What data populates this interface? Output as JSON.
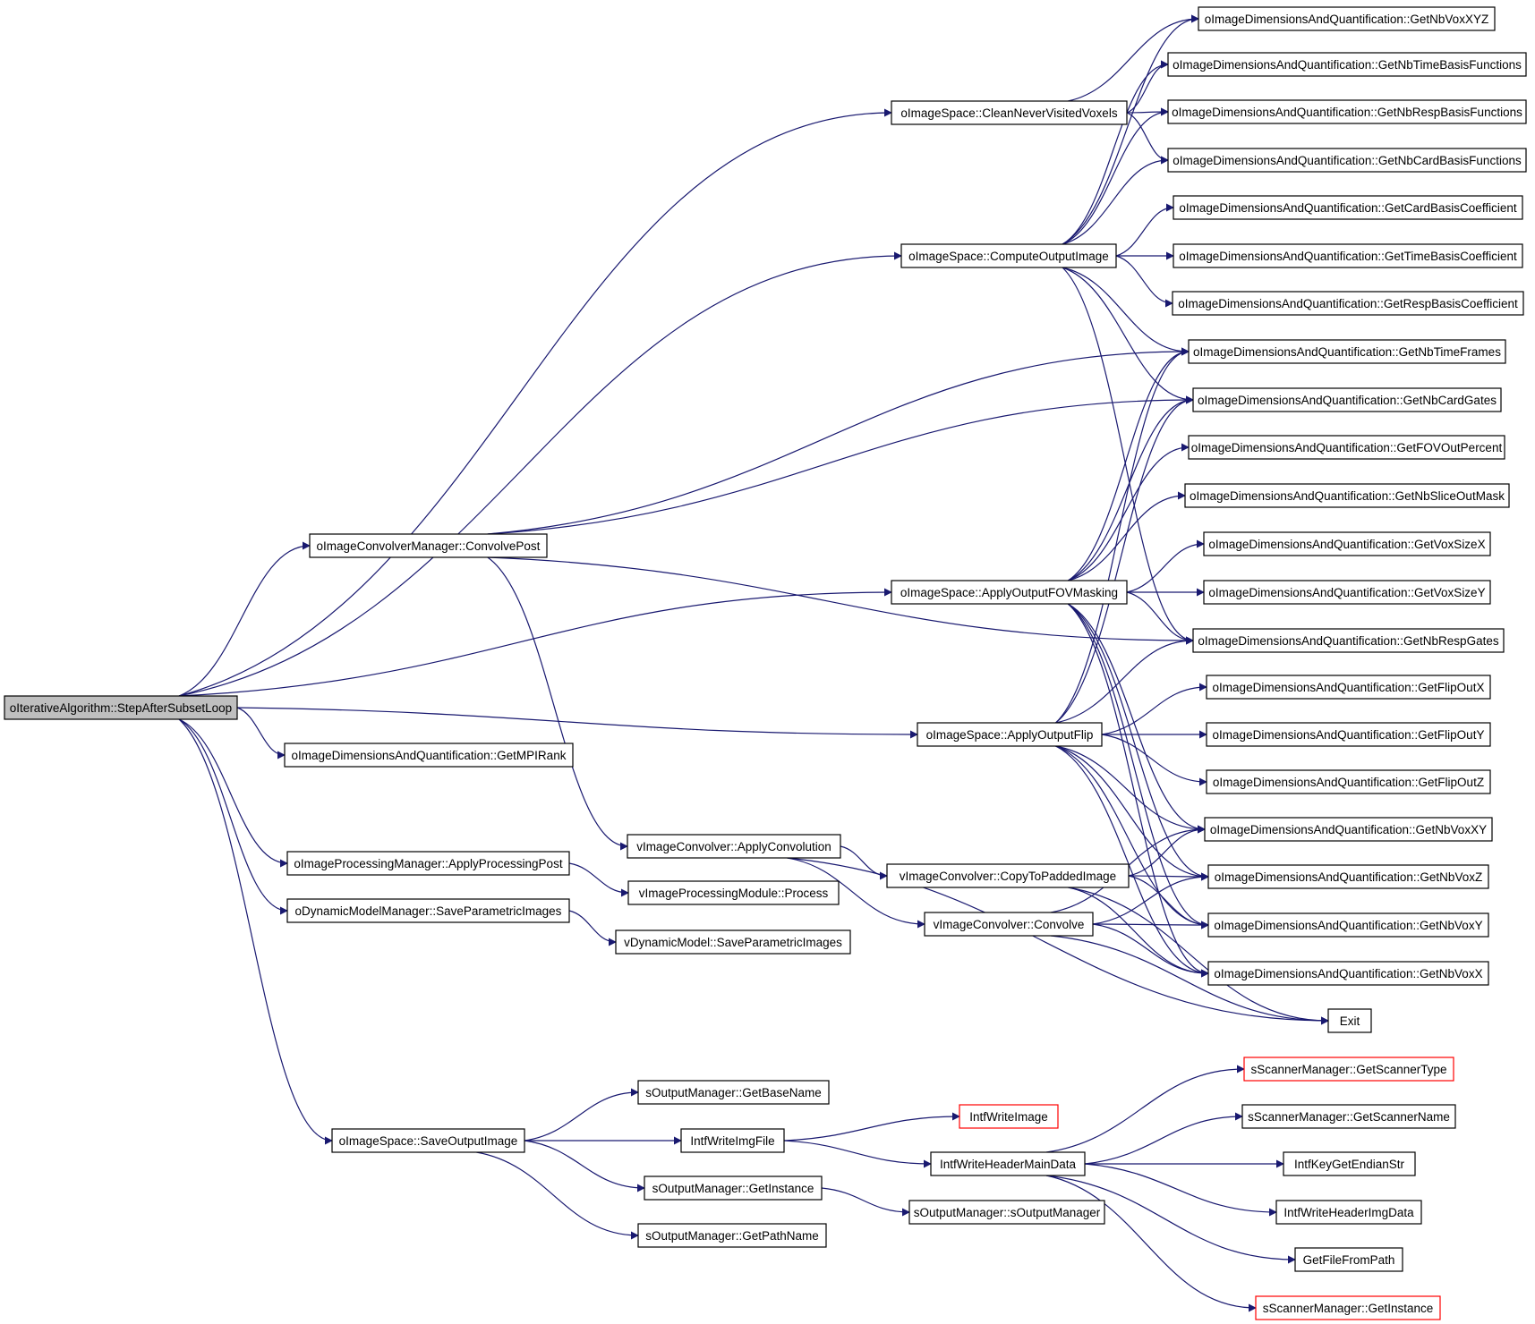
{
  "graph": {
    "nodes": [
      {
        "id": "root",
        "label": "oIterativeAlgorithm::StepAfterSubsetLoop",
        "root": true
      },
      {
        "id": "clean",
        "label": "oImageSpace::CleanNeverVisitedVoxels"
      },
      {
        "id": "compute",
        "label": "oImageSpace::ComputeOutputImage"
      },
      {
        "id": "convpost",
        "label": "oImageConvolverManager::ConvolvePost"
      },
      {
        "id": "fovmask",
        "label": "oImageSpace::ApplyOutputFOVMasking"
      },
      {
        "id": "flip",
        "label": "oImageSpace::ApplyOutputFlip"
      },
      {
        "id": "mpi",
        "label": "oImageDimensionsAndQuantification::GetMPIRank"
      },
      {
        "id": "applyconv",
        "label": "vImageConvolver::ApplyConvolution"
      },
      {
        "id": "procpost",
        "label": "oImageProcessingManager::ApplyProcessingPost"
      },
      {
        "id": "process",
        "label": "vImageProcessingModule::Process"
      },
      {
        "id": "dynsave",
        "label": "oDynamicModelManager::SaveParametricImages"
      },
      {
        "id": "vdynsave",
        "label": "vDynamicModel::SaveParametricImages"
      },
      {
        "id": "copypad",
        "label": "vImageConvolver::CopyToPaddedImage"
      },
      {
        "id": "convolve",
        "label": "vImageConvolver::Convolve"
      },
      {
        "id": "saveout",
        "label": "oImageSpace::SaveOutputImage"
      },
      {
        "id": "basename",
        "label": "sOutputManager::GetBaseName"
      },
      {
        "id": "writeimgfile",
        "label": "IntfWriteImgFile"
      },
      {
        "id": "getinst",
        "label": "sOutputManager::GetInstance"
      },
      {
        "id": "pathname",
        "label": "sOutputManager::GetPathName"
      },
      {
        "id": "writeimage",
        "label": "IntfWriteImage",
        "red": true
      },
      {
        "id": "headermain",
        "label": "IntfWriteHeaderMainData"
      },
      {
        "id": "soutmgr",
        "label": "sOutputManager::sOutputManager"
      },
      {
        "id": "nbvoxxyz",
        "label": "oImageDimensionsAndQuantification::GetNbVoxXYZ"
      },
      {
        "id": "nbtimebasis",
        "label": "oImageDimensionsAndQuantification::GetNbTimeBasisFunctions"
      },
      {
        "id": "nbrespbasis",
        "label": "oImageDimensionsAndQuantification::GetNbRespBasisFunctions"
      },
      {
        "id": "nbcardbasis",
        "label": "oImageDimensionsAndQuantification::GetNbCardBasisFunctions"
      },
      {
        "id": "cardcoef",
        "label": "oImageDimensionsAndQuantification::GetCardBasisCoefficient"
      },
      {
        "id": "timecoef",
        "label": "oImageDimensionsAndQuantification::GetTimeBasisCoefficient"
      },
      {
        "id": "respcoef",
        "label": "oImageDimensionsAndQuantification::GetRespBasisCoefficient"
      },
      {
        "id": "nbtimeframes",
        "label": "oImageDimensionsAndQuantification::GetNbTimeFrames"
      },
      {
        "id": "nbcardgates",
        "label": "oImageDimensionsAndQuantification::GetNbCardGates"
      },
      {
        "id": "fovout",
        "label": "oImageDimensionsAndQuantification::GetFOVOutPercent"
      },
      {
        "id": "nbslice",
        "label": "oImageDimensionsAndQuantification::GetNbSliceOutMask"
      },
      {
        "id": "voxsizex",
        "label": "oImageDimensionsAndQuantification::GetVoxSizeX"
      },
      {
        "id": "voxsizey",
        "label": "oImageDimensionsAndQuantification::GetVoxSizeY"
      },
      {
        "id": "nbrespgates",
        "label": "oImageDimensionsAndQuantification::GetNbRespGates"
      },
      {
        "id": "flipx",
        "label": "oImageDimensionsAndQuantification::GetFlipOutX"
      },
      {
        "id": "flipy",
        "label": "oImageDimensionsAndQuantification::GetFlipOutY"
      },
      {
        "id": "flipz",
        "label": "oImageDimensionsAndQuantification::GetFlipOutZ"
      },
      {
        "id": "nbvoxxy",
        "label": "oImageDimensionsAndQuantification::GetNbVoxXY"
      },
      {
        "id": "nbvoxz",
        "label": "oImageDimensionsAndQuantification::GetNbVoxZ"
      },
      {
        "id": "nbvoxy",
        "label": "oImageDimensionsAndQuantification::GetNbVoxY"
      },
      {
        "id": "nbvoxx",
        "label": "oImageDimensionsAndQuantification::GetNbVoxX"
      },
      {
        "id": "exit",
        "label": "Exit"
      },
      {
        "id": "scantype",
        "label": "sScannerManager::GetScannerType",
        "red": true
      },
      {
        "id": "scanname",
        "label": "sScannerManager::GetScannerName"
      },
      {
        "id": "endian",
        "label": "IntfKeyGetEndianStr"
      },
      {
        "id": "headerimg",
        "label": "IntfWriteHeaderImgData"
      },
      {
        "id": "filefrompath",
        "label": "GetFileFromPath"
      },
      {
        "id": "scaninst",
        "label": "sScannerManager::GetInstance",
        "red": true
      }
    ],
    "edges": [
      [
        "root",
        "clean"
      ],
      [
        "root",
        "compute"
      ],
      [
        "root",
        "convpost"
      ],
      [
        "root",
        "fovmask"
      ],
      [
        "root",
        "flip"
      ],
      [
        "root",
        "mpi"
      ],
      [
        "root",
        "procpost"
      ],
      [
        "root",
        "dynsave"
      ],
      [
        "root",
        "saveout"
      ],
      [
        "clean",
        "nbvoxxyz"
      ],
      [
        "clean",
        "nbtimebasis"
      ],
      [
        "clean",
        "nbrespbasis"
      ],
      [
        "clean",
        "nbcardbasis"
      ],
      [
        "compute",
        "nbvoxxyz"
      ],
      [
        "compute",
        "nbtimebasis"
      ],
      [
        "compute",
        "nbrespbasis"
      ],
      [
        "compute",
        "nbcardbasis"
      ],
      [
        "compute",
        "cardcoef"
      ],
      [
        "compute",
        "timecoef"
      ],
      [
        "compute",
        "respcoef"
      ],
      [
        "compute",
        "nbtimeframes"
      ],
      [
        "compute",
        "nbcardgates"
      ],
      [
        "compute",
        "nbrespgates"
      ],
      [
        "convpost",
        "nbtimeframes"
      ],
      [
        "convpost",
        "nbcardgates"
      ],
      [
        "convpost",
        "nbrespgates"
      ],
      [
        "convpost",
        "applyconv"
      ],
      [
        "fovmask",
        "nbtimeframes"
      ],
      [
        "fovmask",
        "nbcardgates"
      ],
      [
        "fovmask",
        "fovout"
      ],
      [
        "fovmask",
        "nbslice"
      ],
      [
        "fovmask",
        "voxsizex"
      ],
      [
        "fovmask",
        "voxsizey"
      ],
      [
        "fovmask",
        "nbrespgates"
      ],
      [
        "fovmask",
        "nbvoxxy"
      ],
      [
        "fovmask",
        "nbvoxz"
      ],
      [
        "fovmask",
        "nbvoxy"
      ],
      [
        "fovmask",
        "nbvoxx"
      ],
      [
        "flip",
        "nbtimeframes"
      ],
      [
        "flip",
        "nbcardgates"
      ],
      [
        "flip",
        "nbrespgates"
      ],
      [
        "flip",
        "flipx"
      ],
      [
        "flip",
        "flipy"
      ],
      [
        "flip",
        "flipz"
      ],
      [
        "flip",
        "nbvoxxy"
      ],
      [
        "flip",
        "nbvoxz"
      ],
      [
        "flip",
        "nbvoxy"
      ],
      [
        "flip",
        "nbvoxx"
      ],
      [
        "applyconv",
        "copypad"
      ],
      [
        "applyconv",
        "convolve"
      ],
      [
        "applyconv",
        "exit"
      ],
      [
        "copypad",
        "nbvoxxy"
      ],
      [
        "copypad",
        "nbvoxz"
      ],
      [
        "copypad",
        "nbvoxy"
      ],
      [
        "copypad",
        "nbvoxx"
      ],
      [
        "copypad",
        "exit"
      ],
      [
        "convolve",
        "nbvoxxy"
      ],
      [
        "convolve",
        "nbvoxz"
      ],
      [
        "convolve",
        "nbvoxy"
      ],
      [
        "convolve",
        "nbvoxx"
      ],
      [
        "convolve",
        "exit"
      ],
      [
        "procpost",
        "process"
      ],
      [
        "dynsave",
        "vdynsave"
      ],
      [
        "saveout",
        "basename"
      ],
      [
        "saveout",
        "writeimgfile"
      ],
      [
        "saveout",
        "getinst"
      ],
      [
        "saveout",
        "pathname"
      ],
      [
        "writeimgfile",
        "writeimage"
      ],
      [
        "writeimgfile",
        "headermain"
      ],
      [
        "getinst",
        "soutmgr"
      ],
      [
        "headermain",
        "scantype"
      ],
      [
        "headermain",
        "scanname"
      ],
      [
        "headermain",
        "endian"
      ],
      [
        "headermain",
        "headerimg"
      ],
      [
        "headermain",
        "filefrompath"
      ],
      [
        "headermain",
        "scaninst"
      ]
    ]
  },
  "colors": {
    "edge": "#191970",
    "root_fill": "#bfbfbf",
    "red_border": "#ff0000"
  }
}
